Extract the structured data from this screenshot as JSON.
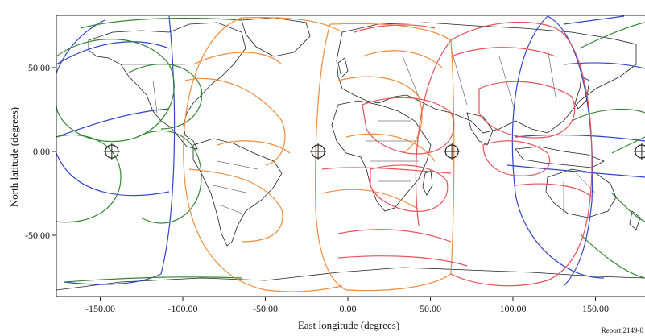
{
  "chart_data": {
    "type": "map",
    "xlabel": "East longitude (degrees)",
    "ylabel": "North latitude (degrees)",
    "xlim": [
      -170,
      180
    ],
    "ylim": [
      -85,
      85
    ],
    "x_ticks": [
      -150,
      -100,
      -50,
      0,
      50,
      100,
      150
    ],
    "x_tick_labels": [
      "-150.00",
      "-100.00",
      "-50.00",
      "0.00",
      "50.00",
      "100.00",
      "150.00"
    ],
    "y_ticks": [
      50,
      0,
      -50
    ],
    "y_tick_labels": [
      "50.00",
      "0.00",
      "-50.00"
    ],
    "satellites": [
      {
        "lon": -143,
        "lat": 0
      },
      {
        "lon": -18,
        "lat": 0
      },
      {
        "lon": 63,
        "lat": 0
      },
      {
        "lon": 178,
        "lat": 0
      }
    ],
    "colors": {
      "blue": "#3344cc",
      "green": "#338833",
      "orange": "#f08c3c",
      "red": "#e8505a",
      "land": "#222222"
    },
    "footnote": "Report 2149-0"
  }
}
